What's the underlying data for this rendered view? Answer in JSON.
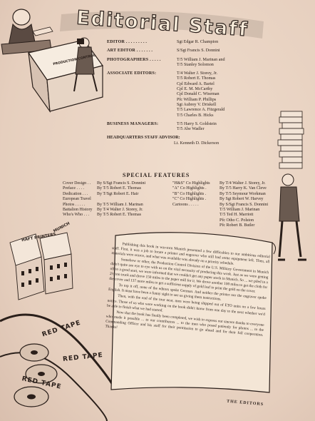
{
  "title": "Editorial Staff",
  "staff": [
    {
      "role": "EDITOR . . . . . . . . .",
      "names": [
        "Sgt Edgar R. Champion"
      ]
    },
    {
      "role": "ART EDITOR . . . . . . .",
      "names": [
        "S/Sgt Francis S. Donnini"
      ]
    },
    {
      "role": "PHOTOGRAPHERS . . . . .",
      "names": [
        "T/5 William J. Marinan and",
        "T/5 Stanley Solomon"
      ]
    },
    {
      "role": "ASSOCIATE EDITORS:",
      "names": [
        "T/4 Walter J. Storey, Jr.",
        "T/5 Robert E. Thomas",
        "Cpl Edward A. Bartel",
        "Cpl E. M. McCarthy",
        "Cpl Donald C. Wiseman",
        "Pfc William P. Phillips",
        "Sgt Aubrey V. Driskell",
        "T/5 Lawrence A. Fitzgerald",
        "T/5 Charles B. Hicks"
      ]
    },
    {
      "role": "BUSINESS MANAGERS:",
      "names": [
        "T/5 Harry S. Goldstein",
        "T/5 Abe Wadler"
      ]
    }
  ],
  "hq_role": "HEADQUARTERS STAFF ADVISOR:",
  "hq_name": "Lt. Kenneth D. Dickerson",
  "special_features_title": "SPECIAL FEATURES",
  "features_left": [
    {
      "label": "Cover Design . .",
      "by": "By S/Sgt Francis S. Donnini"
    },
    {
      "label": "Preface . . . .",
      "by": "By T/5 Robert E. Thomas"
    },
    {
      "label": "Dedication . . .",
      "by": "By T/Sgt Robert E. Hair"
    },
    {
      "label": "European Travel",
      "by": ""
    },
    {
      "label": "Photos . . . . .",
      "by": "By T/5 William J. Marinan"
    },
    {
      "label": "Battalion History",
      "by": "By T/4 Walter J. Storey, Jr."
    },
    {
      "label": "Who's Who . . .",
      "by": "By T/5 Robert E. Thomas"
    }
  ],
  "features_right": [
    {
      "label": "\"H&S\" Co Highlights",
      "by": "By T/4 Walter J. Storey, Jr."
    },
    {
      "label": "\"A\" Co Highlights .",
      "by": "By T/5 Harry K. Van Cleve"
    },
    {
      "label": "\"B\" Co Highlights .",
      "by": "By T/5 Seymour Workman"
    },
    {
      "label": "\"C\" Co Highlights .",
      "by": "By Sgt Robert W. Harvey"
    },
    {
      "label": "Cartoons . . . . .",
      "by": "By S/Sgt Francis S. Donnini"
    }
  ],
  "features_right_extra": [
    "T/5 William J. Marinan",
    "T/5 Ted H. Marriott",
    "Pfc Otho C. Polston",
    "Pfc Robert B. Butler"
  ],
  "art_labels": {
    "production_control": "PRODUCTION CONTROL",
    "arrow_a": "MUNICH",
    "arrow_b": "HAFT PRINTERS",
    "tape1": "RED TAPE",
    "tape2": "RED TAPE",
    "tape3": "RED TAPE"
  },
  "body_paragraphs": [
    "Publishing this book in war-torn Munich presented a few difficulties to our ambitious editorial staff. First, it was a job to locate a printer and engraver who still had some equipment left. Then, all materials were scarce, and what was available was already on a priority schedule.",
    "Somehow or other, the Production Control Division of the U.S. Military Government in Munich didn't quite see eye to eye with us on the vital necessity of producing this work. Just as we were getting off to a good start, we were informed that we couldn't get any paper stock in Munich. So ... we piled in a 2½ ton truck and drove 150 miles to the paper mill for it. We drove another 100 miles to get the cloth for the cover and 137 more miles to get a sufficient supply of gold leaf to print the gold on the cover.",
    "To top it off, none of the editors spoke German. And neither the printer nor the engraver spoke English. It must have been a funny sight to see us giving them instructions.",
    "Then, with the end of the tour near, men were being shipped out of ETO units on a few hours notice. Those of us who were working on the book didn't know from one day to the next whether we'd be able to finish what we had started.",
    "Now that the book has finally been completed, we wish to express our sincere thanks to everyone who made it possible ... to our contributors ... to the men who posed patiently for photos ... to the Commanding Officer and his staff for their permission to go ahead and for their full cooperation. Thanks!"
  ],
  "signoff": "THE EDITORS"
}
